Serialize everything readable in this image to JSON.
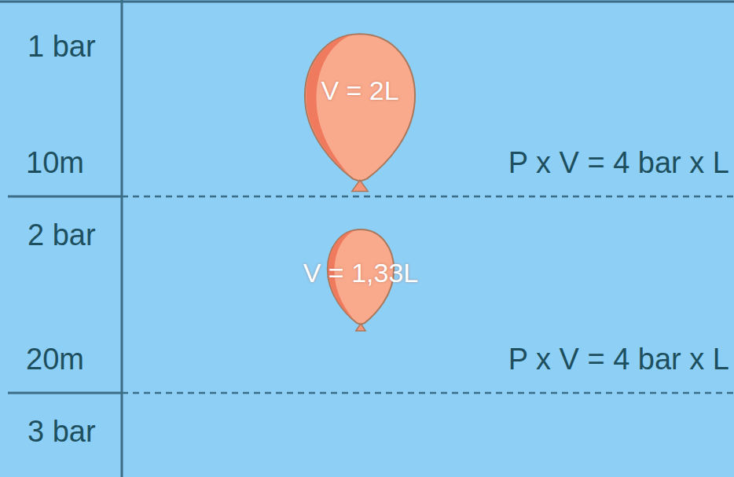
{
  "diagram": {
    "nodes": [
      {
        "text": [
          "V = 2L"
        ]
      },
      {
        "text": [
          "V = 1,33L"
        ]
      }
    ],
    "labels": [
      "1 bar",
      "10m",
      "P x V = 4 bar x L",
      "2 bar",
      "20m",
      "P x V = 4 bar x L",
      "3 bar"
    ]
  }
}
